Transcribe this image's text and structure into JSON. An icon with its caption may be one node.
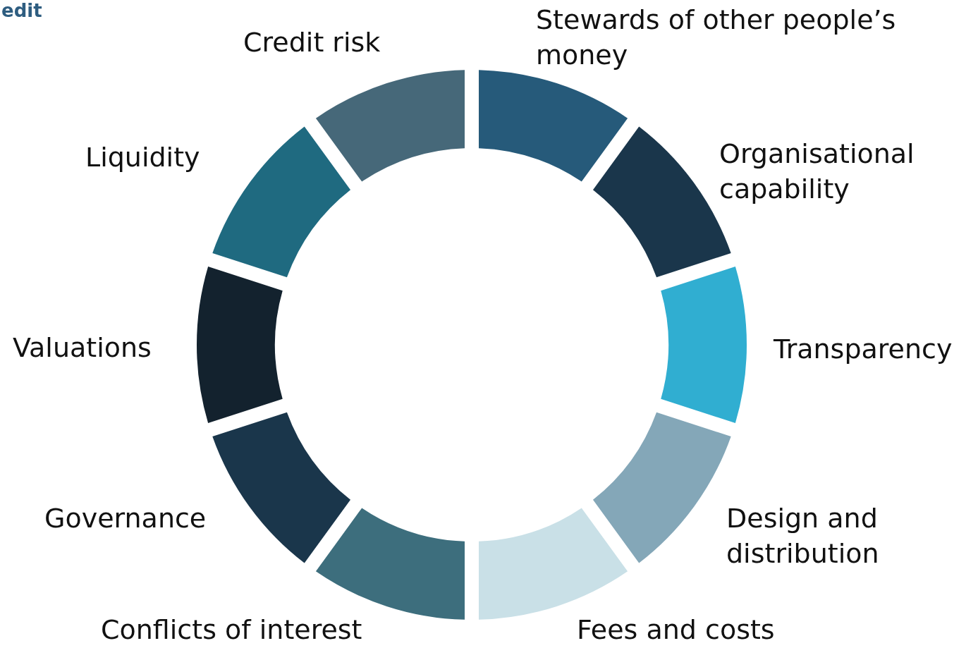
{
  "diagram": {
    "nodes": [
      {
        "text": [
          "Stewards of other people’s money"
        ]
      },
      {
        "text": [
          "Organisational capability"
        ]
      },
      {
        "text": [
          "Transparency"
        ]
      },
      {
        "text": [
          "Design and distribution"
        ]
      },
      {
        "text": [
          "Fees and costs"
        ]
      },
      {
        "text": [
          "Conflicts of interest"
        ]
      },
      {
        "text": [
          "Governance"
        ]
      },
      {
        "text": [
          "Valuations"
        ]
      },
      {
        "text": [
          "Liquidity"
        ]
      },
      {
        "text": [
          "Credit risk"
        ]
      }
    ],
    "labels": [
      "edit"
    ]
  }
}
